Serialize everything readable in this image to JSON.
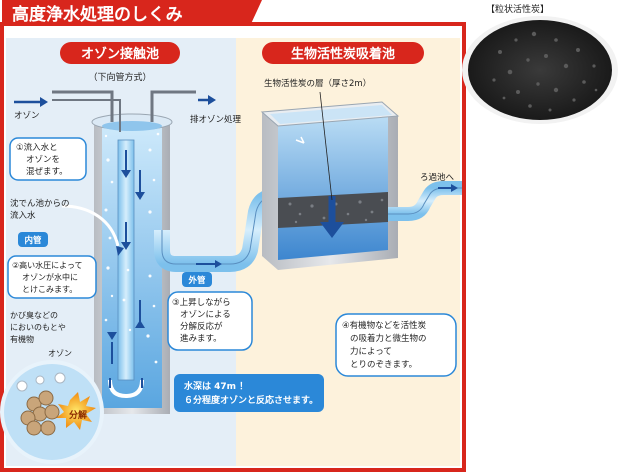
{
  "title": "高度浄水処理のしくみ",
  "sample_label": "【粒状活性炭】",
  "ozone_section": {
    "heading": "オゾン接触池",
    "subheading": "（下向管方式）",
    "label_ozone_in": "オゾン",
    "label_exhaust": "排オゾン処理",
    "label_inflow": [
      "沈でん池からの",
      "流入水"
    ],
    "badge_inner": "内管",
    "badge_outer": "外管",
    "step1": [
      "①流入水と",
      "オゾンを",
      "混ぜます。"
    ],
    "step2": [
      "②高い水圧によって",
      "オゾンが水中に",
      "とけこみます。"
    ],
    "step3": [
      "③上昇しながら",
      "オゾンによる",
      "分解反応が",
      "進みます。"
    ],
    "odor_note": [
      "かび臭などの",
      "においのもとや",
      "有機物"
    ],
    "odor_ozone_label": "オゾン",
    "decompose_label": "分解",
    "depth_note": [
      "水深は 47m ！",
      "６分程度オゾンと反応させます。"
    ]
  },
  "bio_section": {
    "heading": "生物活性炭吸着池",
    "layer_label": "生物活性炭の層（厚さ2m）",
    "to_filter": "ろ過池へ",
    "step4": [
      "④有機物などを活性炭",
      "の吸着力と微生物の",
      "力によって",
      "とりのぞきます。"
    ]
  },
  "colors": {
    "frame_red": "#d8261c",
    "left_bg": "#e4eef7",
    "right_bg": "#fdf2dc",
    "water_blue": "#2a78c8",
    "pipe_blue": "#9cd2f2",
    "dark_blue": "#1d4f9c",
    "badge_blue": "#2b88d8"
  }
}
